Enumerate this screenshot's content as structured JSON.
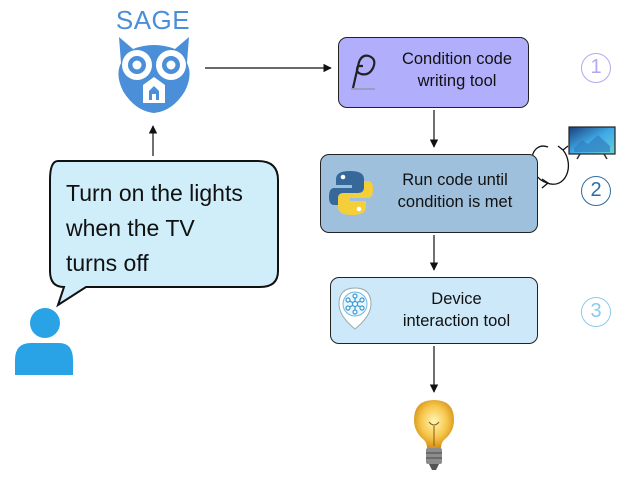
{
  "logo": {
    "title": "SAGE",
    "name": "owl-house-logo"
  },
  "user_request": {
    "lines": [
      "Turn on the lights",
      "when the TV",
      "turns off"
    ]
  },
  "steps": [
    {
      "number": "1",
      "label_lines": [
        "Condition code",
        "writing tool"
      ],
      "icon": "condition-code-icon",
      "color": "#b1aefc",
      "number_color": "#b7a6f0"
    },
    {
      "number": "2",
      "label_lines": [
        "Run code until",
        "condition is met"
      ],
      "icon": "python-icon",
      "color": "#9ec0dc",
      "number_color": "#2d6da3"
    },
    {
      "number": "3",
      "label_lines": [
        "Device",
        "interaction tool"
      ],
      "icon": "device-hub-icon",
      "color": "#cde8f9",
      "number_color": "#8ccbee"
    }
  ],
  "decorations": {
    "user": "person-icon",
    "tv": "tv-icon",
    "loop": "loop-arrow-icon",
    "output": "light-bulb-icon"
  }
}
